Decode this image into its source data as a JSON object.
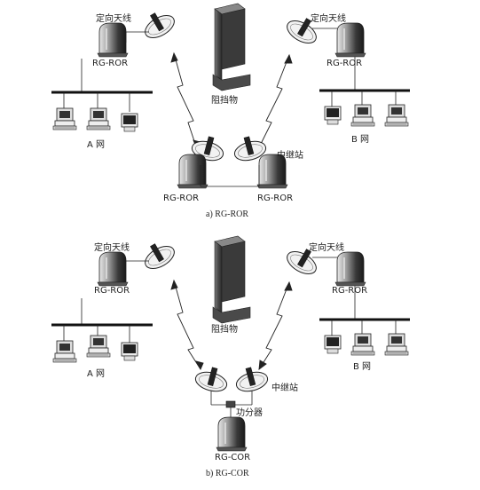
{
  "diagram_a": {
    "caption": "a) RG-ROR",
    "antenna_left_label": "定向天线",
    "antenna_right_label": "定向天线",
    "router_left_label": "RG-ROR",
    "router_right_label": "RG-ROR",
    "obstacle_label": "阻挡物",
    "relay_label": "中继站",
    "relay_router_left_label": "RG-ROR",
    "relay_router_right_label": "RG-ROR",
    "net_left_label": "A 网",
    "net_right_label": "B 网"
  },
  "diagram_b": {
    "caption": "b) RG-COR",
    "antenna_left_label": "定向天线",
    "antenna_right_label": "定向天线",
    "router_left_label": "RG-ROR",
    "router_right_label": "RG-ROR",
    "obstacle_label": "阻挡物",
    "relay_label": "中继站",
    "splitter_label": "功分器",
    "relay_router_label": "RG-COR",
    "net_left_label": "A 网",
    "net_right_label": "B 网"
  }
}
